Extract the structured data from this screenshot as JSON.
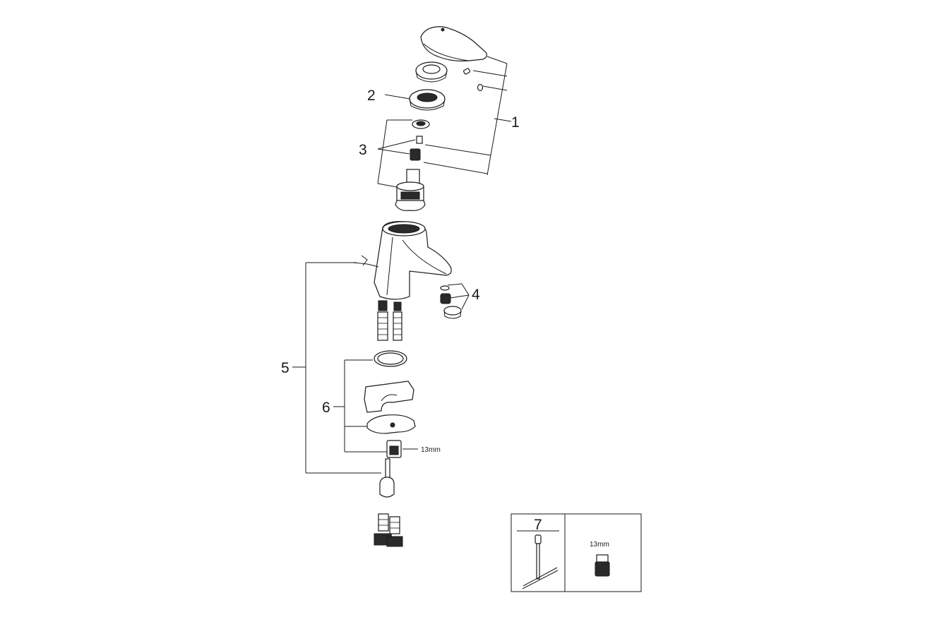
{
  "labels": {
    "callout_1": "1",
    "callout_2": "2",
    "callout_3": "3",
    "callout_4": "4",
    "callout_5": "5",
    "callout_6": "6",
    "callout_7": "7",
    "size_13mm": "13mm",
    "tool_box_size": "13mm"
  },
  "icons": {
    "lever_handle": "lever-handle-icon",
    "faucet_body": "faucet-body-icon",
    "cartridge": "cartridge-icon",
    "aerator": "aerator-icon",
    "hose": "flexible-hose-icon",
    "wrench": "t-wrench-icon"
  },
  "colors": {
    "line": "#1a1a1a",
    "background": "#ffffff"
  }
}
